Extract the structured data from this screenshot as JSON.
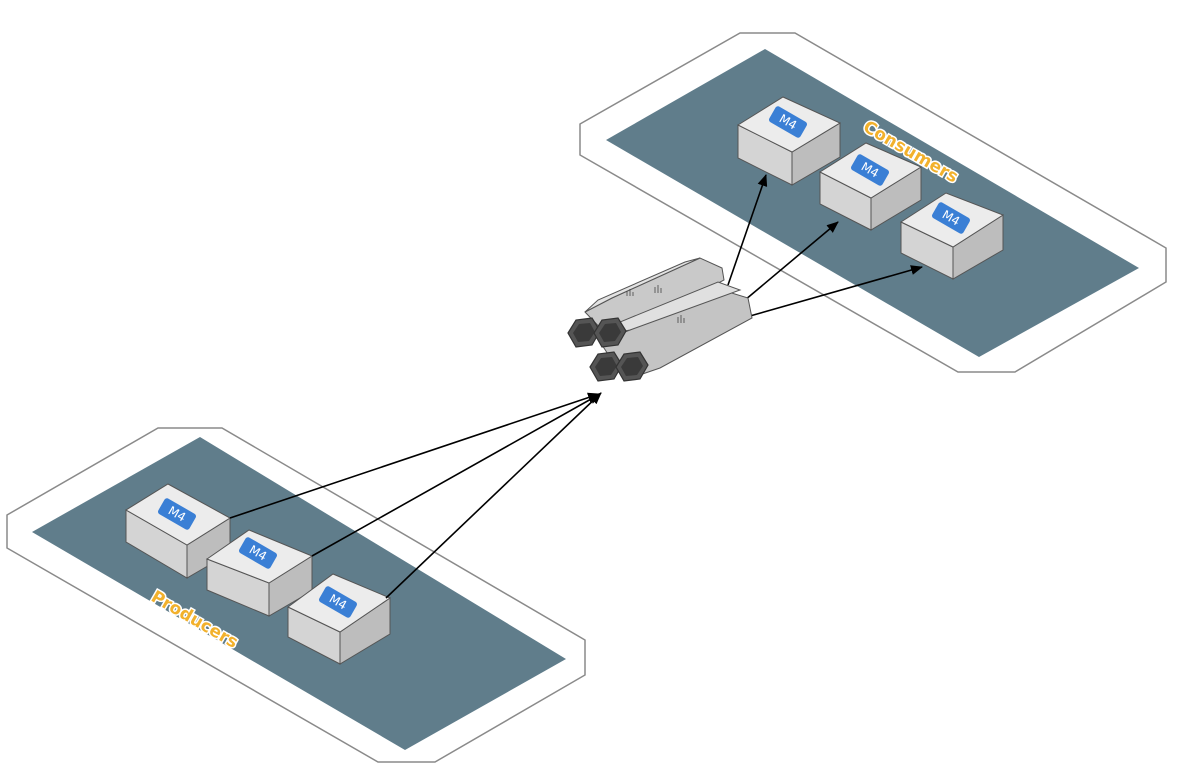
{
  "diagram": {
    "groups": {
      "producers": {
        "label": "Producers"
      },
      "consumers": {
        "label": "Consumers"
      }
    },
    "instance_type": "M4",
    "producers": [
      {
        "label": "M4"
      },
      {
        "label": "M4"
      },
      {
        "label": "M4"
      }
    ],
    "consumers": [
      {
        "label": "M4"
      },
      {
        "label": "M4"
      },
      {
        "label": "M4"
      }
    ],
    "stream_icon": "kinesis-stream-icon",
    "colors": {
      "zone_fill": "#607d8b",
      "zone_border": "#8a8a8a",
      "badge": "#3a7fd5",
      "label": "#f2b12c",
      "box_top": "#ececec",
      "box_left": "#d4d4d4",
      "box_right": "#bdbdbd"
    }
  }
}
